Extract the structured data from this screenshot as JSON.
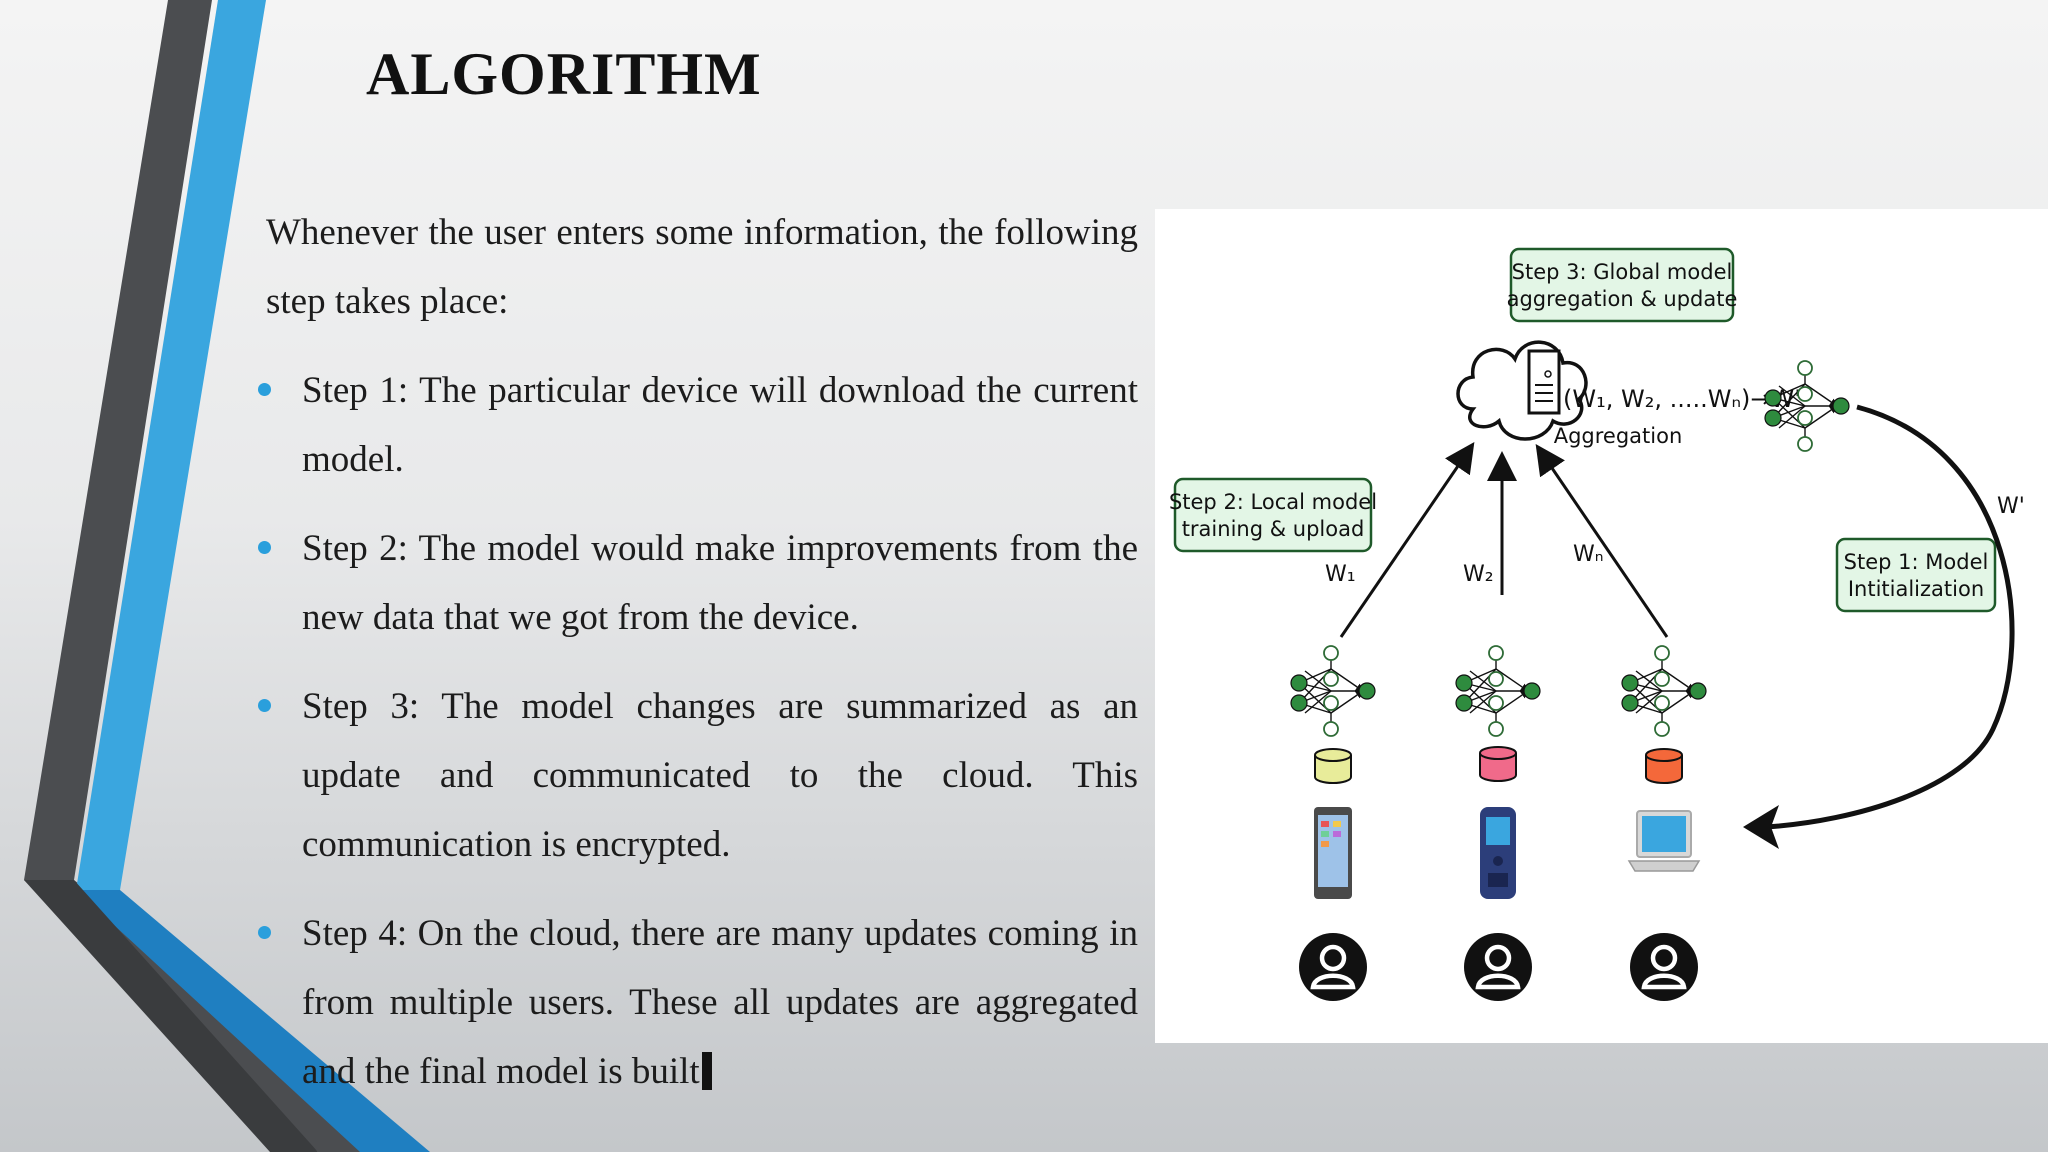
{
  "slide": {
    "title": "ALGORITHM",
    "intro": "Whenever the user enters some information, the following step takes place:",
    "steps": [
      "Step 1: The particular device will download the current model.",
      "Step 2: The model would make improvements from the new data that we got from the device.",
      "Step 3: The model changes are summarized as an update and communicated to the cloud. This communication is encrypted.",
      "Step 4: On the cloud, there are many updates coming in from multiple users. These all updates are aggregated and the final model is built"
    ]
  },
  "diagram": {
    "step3_line1": "Step 3: Global model",
    "step3_line2": "aggregation & update",
    "step2_line1": "Step 2: Local model",
    "step2_line2": "training & upload",
    "step1_line1": "Step 1: Model",
    "step1_line2": "Intitialization",
    "aggregation_label": "Aggregation",
    "formula": "(W₁, W₂, .....Wₙ)→W'",
    "w1": "W₁",
    "w2": "W₂",
    "wn": "Wₙ",
    "w_prime": "W'",
    "colors": {
      "label_box_fill": "#e3f6e6",
      "label_box_stroke": "#1f5a2a",
      "node_green": "#2e8b3e",
      "db_yellow": "#e8ec9a",
      "db_pink": "#f06a8a",
      "db_orange": "#f4683a",
      "accent_blue": "#2a9fdc"
    },
    "icons": [
      "cloud-icon",
      "server-icon",
      "neural-network-icon",
      "database-icon",
      "smartphone-icon",
      "feature-phone-icon",
      "laptop-icon",
      "user-icon"
    ]
  }
}
